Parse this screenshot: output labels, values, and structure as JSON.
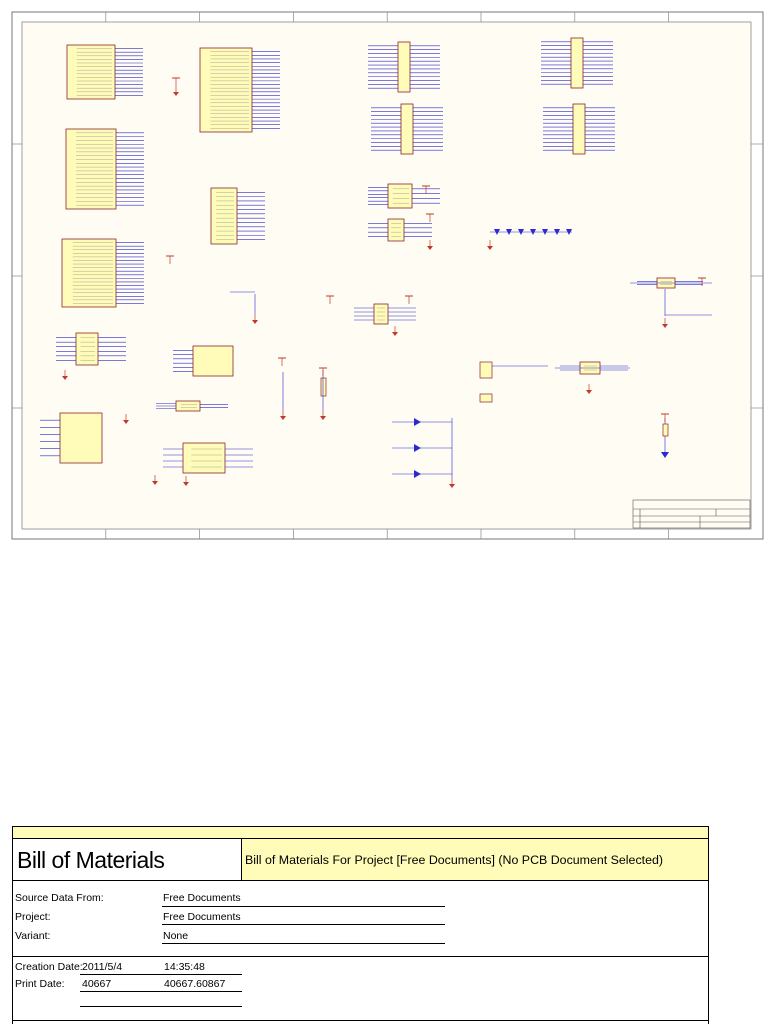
{
  "bom": {
    "title": "Bill of Materials",
    "subtitle": "Bill of Materials For Project [Free Documents] (No PCB Document Selected)",
    "fields": [
      {
        "label": "Source Data From:",
        "value": "Free Documents"
      },
      {
        "label": "Project:",
        "value": "Free Documents"
      },
      {
        "label": "Variant:",
        "value": "None"
      }
    ],
    "creation": {
      "label": "Creation Date:",
      "date": "2011/5/4",
      "time": "14:35:48"
    },
    "print": {
      "label": "Print Date:",
      "date": "40667",
      "time": "40667.60867"
    }
  },
  "colors": {
    "sheet_border": "#6e6e6e",
    "sheet_bg": "#fffdf3",
    "component_fill": "#fefcb8",
    "component_stroke": "#8b2230",
    "wire": "#2b2bd1",
    "power": "#c0392b",
    "bom_header_fill": "#fefcb8"
  }
}
